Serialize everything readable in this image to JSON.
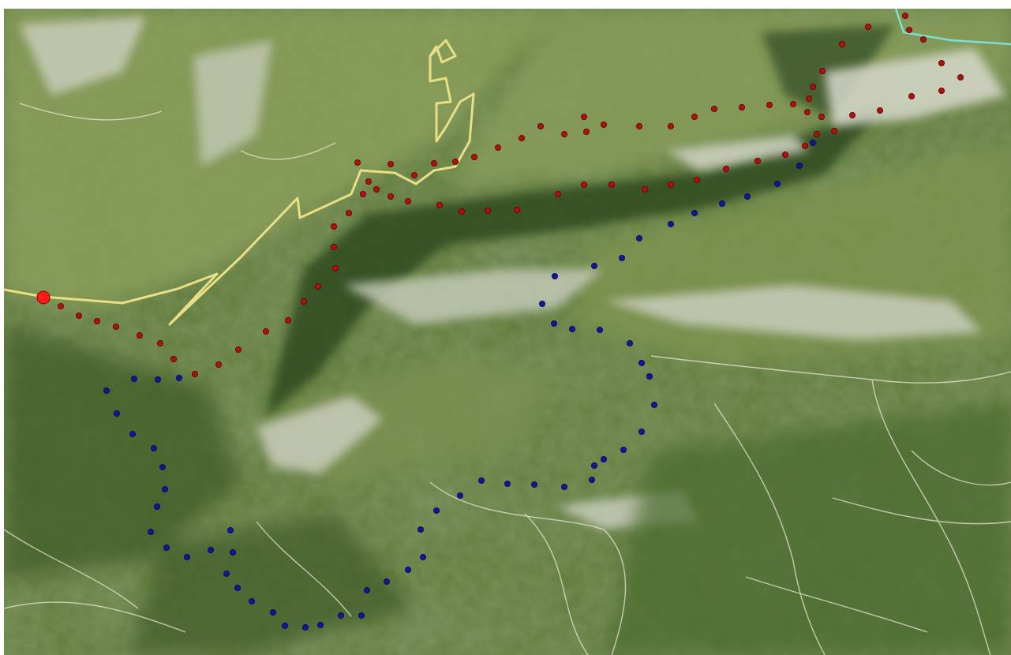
{
  "map": {
    "kind": "satellite-terrain",
    "colors": {
      "terrain_base": "#5a7634",
      "terrain_light": "#8fa35e",
      "terrain_dark": "#2f4a22",
      "rock": "#cfd2c4",
      "water_cyan": "#7fe0d2",
      "road_yellow": "#e8df86",
      "trail_white": "#ece6d6",
      "route_red": "#b01010",
      "route_blue": "#12169a"
    },
    "icons": {
      "start_marker": "start-point-marker-icon"
    },
    "routes": [
      {
        "name_semantic": "red-route",
        "color_key": "route_red"
      },
      {
        "name_semantic": "blue-route",
        "color_key": "route_blue"
      }
    ]
  }
}
